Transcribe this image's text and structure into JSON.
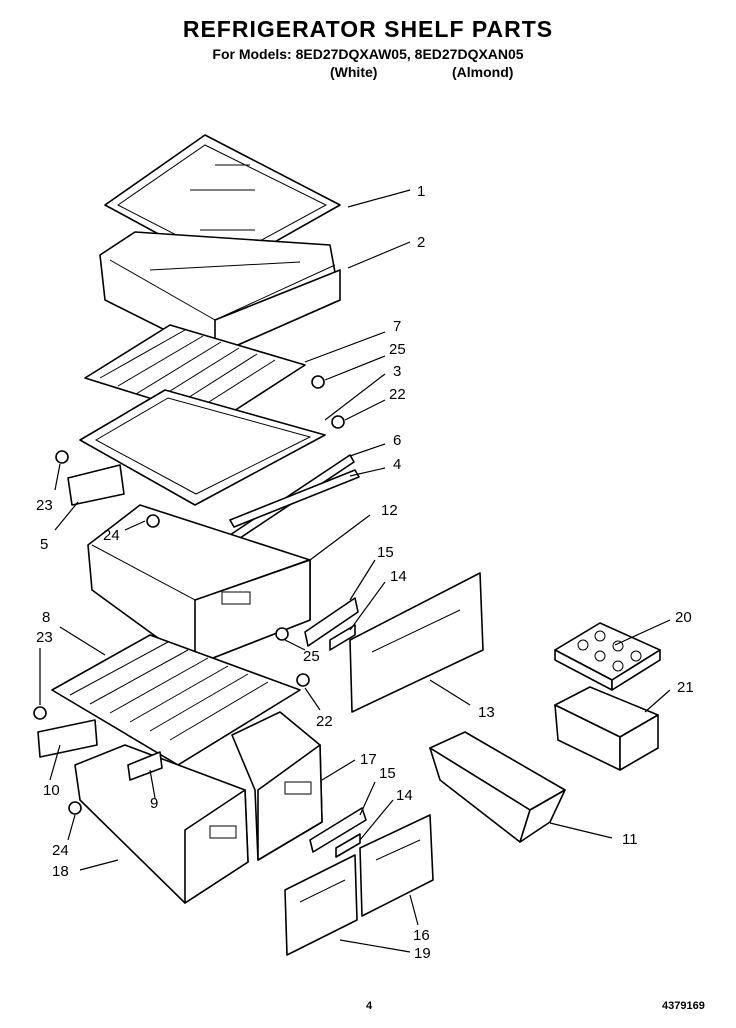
{
  "header": {
    "title": "REFRIGERATOR SHELF PARTS",
    "models_line": "For Models: 8ED27DQXAW05, 8ED27DQXAN05",
    "color_white": "(White)",
    "color_almond": "(Almond)"
  },
  "callouts": {
    "c1": "1",
    "c2": "2",
    "c3": "3",
    "c4": "4",
    "c5": "5",
    "c6": "6",
    "c7": "7",
    "c8": "8",
    "c9": "9",
    "c10": "10",
    "c11": "11",
    "c12": "12",
    "c13": "13",
    "c14a": "14",
    "c14b": "14",
    "c15a": "15",
    "c15b": "15",
    "c16": "16",
    "c17": "17",
    "c18": "18",
    "c19": "19",
    "c20": "20",
    "c21": "21",
    "c22a": "22",
    "c22b": "22",
    "c23a": "23",
    "c23b": "23",
    "c24a": "24",
    "c24b": "24",
    "c25a": "25",
    "c25b": "25"
  },
  "footer": {
    "page_number": "4",
    "doc_number": "4379169"
  }
}
